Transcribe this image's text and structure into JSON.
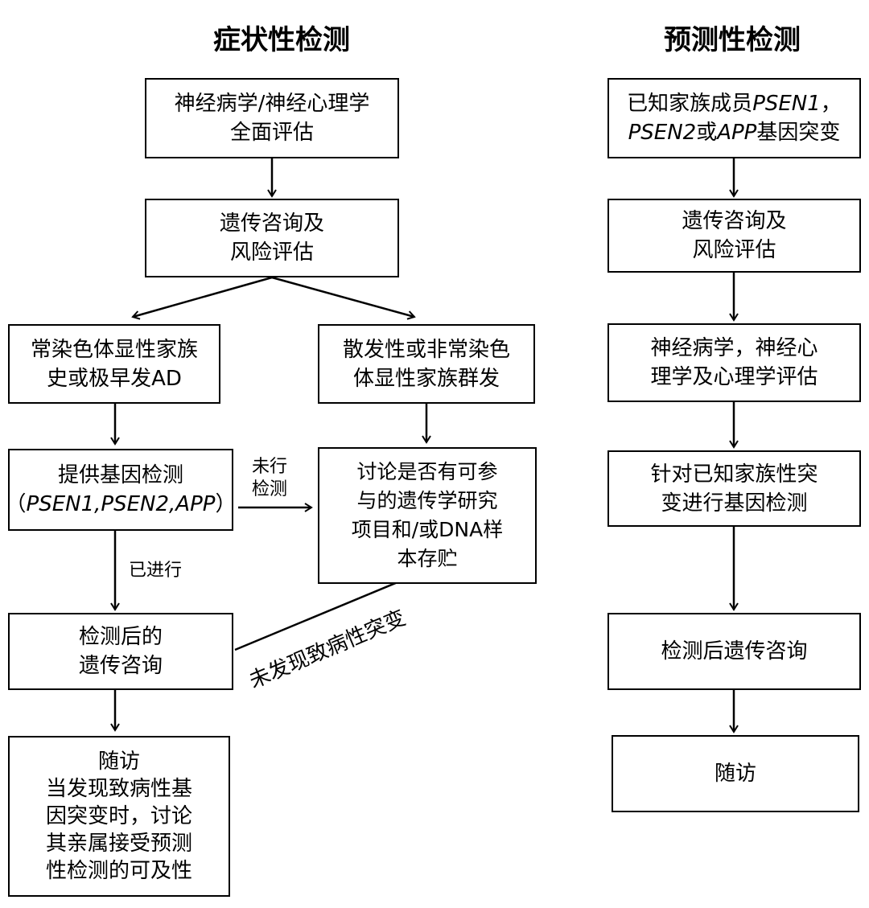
{
  "titles": {
    "left": "症状性检测",
    "right": "预测性检测"
  },
  "left": {
    "box1": [
      "神经病学/神经心理学",
      "全面评估"
    ],
    "box2": [
      "遗传咨询及",
      "风险评估"
    ],
    "box3": [
      "常染色体显性家族",
      "史或极早发AD"
    ],
    "box4": [
      "散发性或非常染色",
      "体显性家族群发"
    ],
    "box5_line1": "提供基因检测",
    "box5_line2": {
      "open": "（",
      "p1": "PSEN1",
      "c1": ",",
      "p2": "PSEN2",
      "c2": ",",
      "p3": "APP",
      "close": "）"
    },
    "box6": [
      "讨论是否有可参",
      "与的遗传学研究",
      "项目和/或DNA样",
      "本存贮"
    ],
    "box7": [
      "检测后的",
      "遗传咨询"
    ],
    "box8": [
      "随访",
      "当发现致病性基",
      "因突变时，讨论",
      "其亲属接受预测",
      "性检测的可及性"
    ]
  },
  "labels": {
    "not_tested": [
      "未行",
      "检测"
    ],
    "tested": "已进行",
    "no_mutation": "未发现致病性突变"
  },
  "right": {
    "box1_line1_prefix": "已知家族成员",
    "box1_line1_gene": "PSEN1",
    "box1_line1_suffix": "，",
    "box1_line2_gene1": "PSEN2",
    "box1_line2_mid": "或",
    "box1_line2_gene2": "APP",
    "box1_line2_suffix": "基因突变",
    "box2": [
      "遗传咨询及",
      "风险评估"
    ],
    "box3": [
      "神经病学，神经心",
      "理学及心理学评估"
    ],
    "box4": [
      "针对已知家族性突",
      "变进行基因检测"
    ],
    "box5": "检测后遗传咨询",
    "box6": "随访"
  }
}
